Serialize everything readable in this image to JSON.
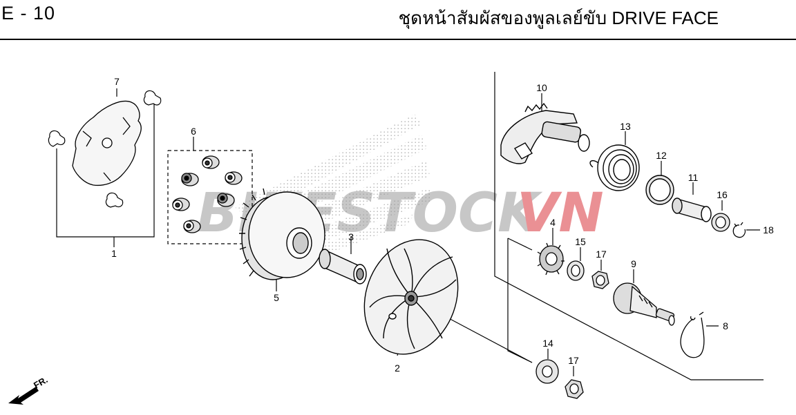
{
  "header": {
    "page_code": "E - 10",
    "title": "ชุดหน้าสัมผัสของพูลเลย์ขับ DRIVE FACE"
  },
  "watermark": {
    "text_gray": "BIKESTOCK",
    "text_red": "VN",
    "color_gray": "#9a9a9a",
    "color_red": "#d9363e"
  },
  "direction_marker": {
    "label": "FR."
  },
  "callouts": {
    "c1": "1",
    "c2": "2",
    "c3": "3",
    "c4": "4",
    "c5": "5",
    "c6": "6",
    "c7": "7",
    "c8": "8",
    "c9": "9",
    "c10": "10",
    "c11": "11",
    "c12": "12",
    "c13": "13",
    "c14": "14",
    "c15": "15",
    "c16": "16",
    "c17a": "17",
    "c17b": "17",
    "c18": "18"
  }
}
